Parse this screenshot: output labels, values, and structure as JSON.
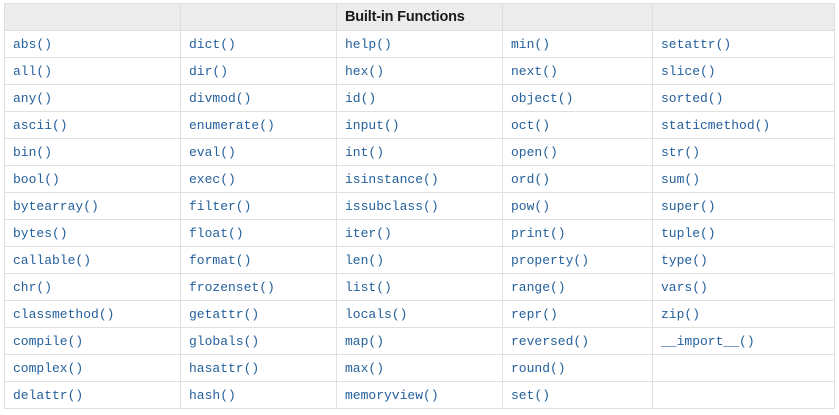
{
  "page": {
    "title": "Built-in Functions",
    "background_color": "#ffffff"
  },
  "table": {
    "name": "builtin-functions-table",
    "header_label": "Built-in Functions",
    "header_column_index": 2,
    "header_background_color": "#ececec",
    "header_text_color": "#1a1a1a",
    "link_color": "#24609c",
    "border_color": "#e0e0e0",
    "cell_background_color": "#ffffff",
    "column_count": 5,
    "row_count": 14,
    "header_cells": [
      "",
      "",
      "Built-in Functions",
      "",
      ""
    ],
    "rows": [
      [
        "abs()",
        "dict()",
        "help()",
        "min()",
        "setattr()"
      ],
      [
        "all()",
        "dir()",
        "hex()",
        "next()",
        "slice()"
      ],
      [
        "any()",
        "divmod()",
        "id()",
        "object()",
        "sorted()"
      ],
      [
        "ascii()",
        "enumerate()",
        "input()",
        "oct()",
        "staticmethod()"
      ],
      [
        "bin()",
        "eval()",
        "int()",
        "open()",
        "str()"
      ],
      [
        "bool()",
        "exec()",
        "isinstance()",
        "ord()",
        "sum()"
      ],
      [
        "bytearray()",
        "filter()",
        "issubclass()",
        "pow()",
        "super()"
      ],
      [
        "bytes()",
        "float()",
        "iter()",
        "print()",
        "tuple()"
      ],
      [
        "callable()",
        "format()",
        "len()",
        "property()",
        "type()"
      ],
      [
        "chr()",
        "frozenset()",
        "list()",
        "range()",
        "vars()"
      ],
      [
        "classmethod()",
        "getattr()",
        "locals()",
        "repr()",
        "zip()"
      ],
      [
        "compile()",
        "globals()",
        "map()",
        "reversed()",
        "__import__()"
      ],
      [
        "complex()",
        "hasattr()",
        "max()",
        "round()",
        ""
      ],
      [
        "delattr()",
        "hash()",
        "memoryview()",
        "set()",
        ""
      ]
    ]
  }
}
